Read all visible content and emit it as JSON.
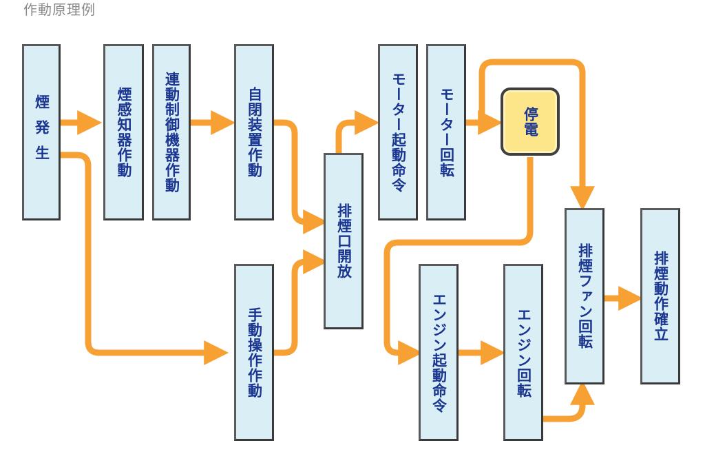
{
  "title": "作動原理例",
  "boxes": {
    "smoke": "煙発生",
    "detector": "煙感知器作動",
    "linked": "連動制御機器作動",
    "auto_close": "自閉装置作動",
    "manual": "手動操作作動",
    "vent_open": "排煙口開放",
    "motor_cmd": "モーター起動命令",
    "motor_rot": "モーター回転",
    "power_fail": "停電",
    "engine_cmd": "エンジン起動命令",
    "engine_rot": "エンジン回転",
    "fan_rot": "排煙ファン回転",
    "confirm": "排煙動作確立"
  },
  "colors": {
    "box_fill": "#daeef6",
    "text": "#1a3590",
    "arrow": "#f7a033",
    "power_fill": "#fde58a"
  }
}
